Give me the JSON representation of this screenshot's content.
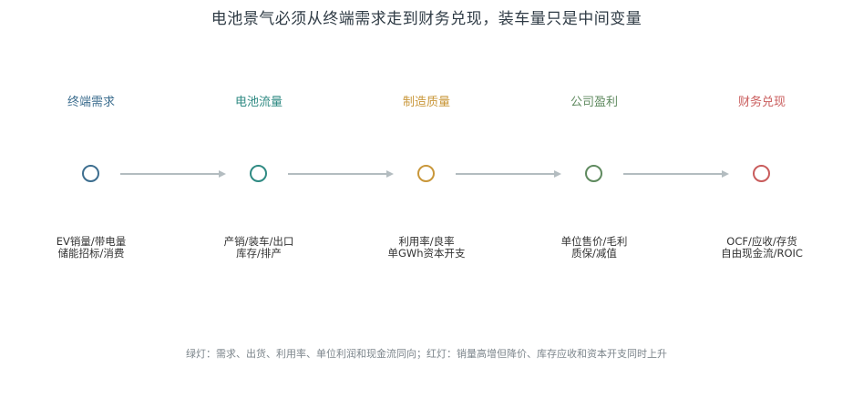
{
  "title": "电池景气必须从终端需求走到财务兑现，装车量只是中间变量",
  "stages": [
    {
      "label": "终端需求",
      "color": "#3d6e8f",
      "metrics": [
        "EV销量/带电量",
        "储能招标/消费"
      ]
    },
    {
      "label": "电池流量",
      "color": "#2f8a83",
      "metrics": [
        "产销/装车/出口",
        "库存/排产"
      ]
    },
    {
      "label": "制造质量",
      "color": "#c9973a",
      "metrics": [
        "利用率/良率",
        "单GWh资本开支"
      ]
    },
    {
      "label": "公司盈利",
      "color": "#5f8a5f",
      "metrics": [
        "单位售价/毛利",
        "质保/减值"
      ]
    },
    {
      "label": "财务兑现",
      "color": "#c95c5c",
      "metrics": [
        "OCF/应收/存货",
        "自由现金流/ROIC"
      ]
    }
  ],
  "arrow_color": "#b3bcc0",
  "footnote": "绿灯：需求、出货、利用率、单位利润和现金流同向；红灯：销量高增但降价、库存应收和资本开支同时上升"
}
